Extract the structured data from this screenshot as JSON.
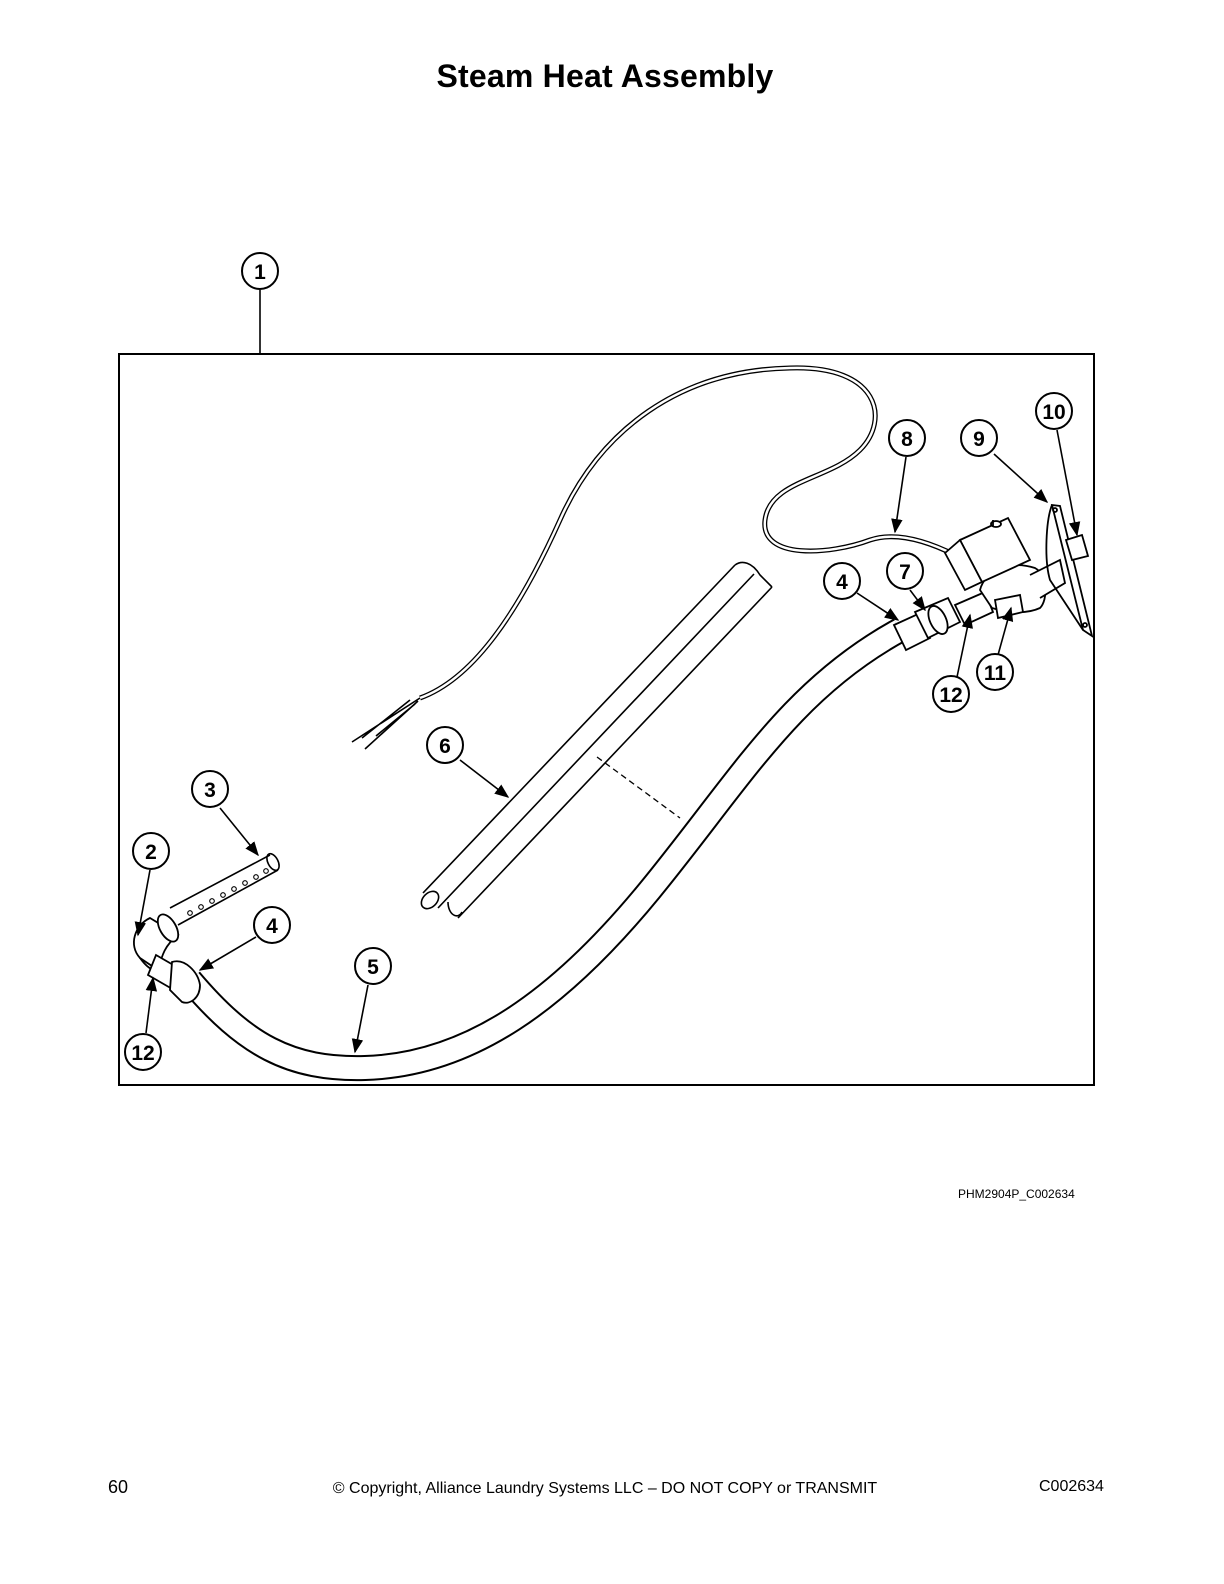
{
  "page": {
    "title": "Steam Heat Assembly",
    "figure_id": "PHM2904P_C002634",
    "page_number": "60",
    "copyright": "© Copyright, Alliance Laundry Systems LLC – DO NOT COPY or TRANSMIT",
    "doc_code": "C002634"
  },
  "callouts": [
    "1",
    "2",
    "3",
    "4",
    "4",
    "5",
    "6",
    "7",
    "8",
    "9",
    "10",
    "11",
    "12",
    "12"
  ]
}
